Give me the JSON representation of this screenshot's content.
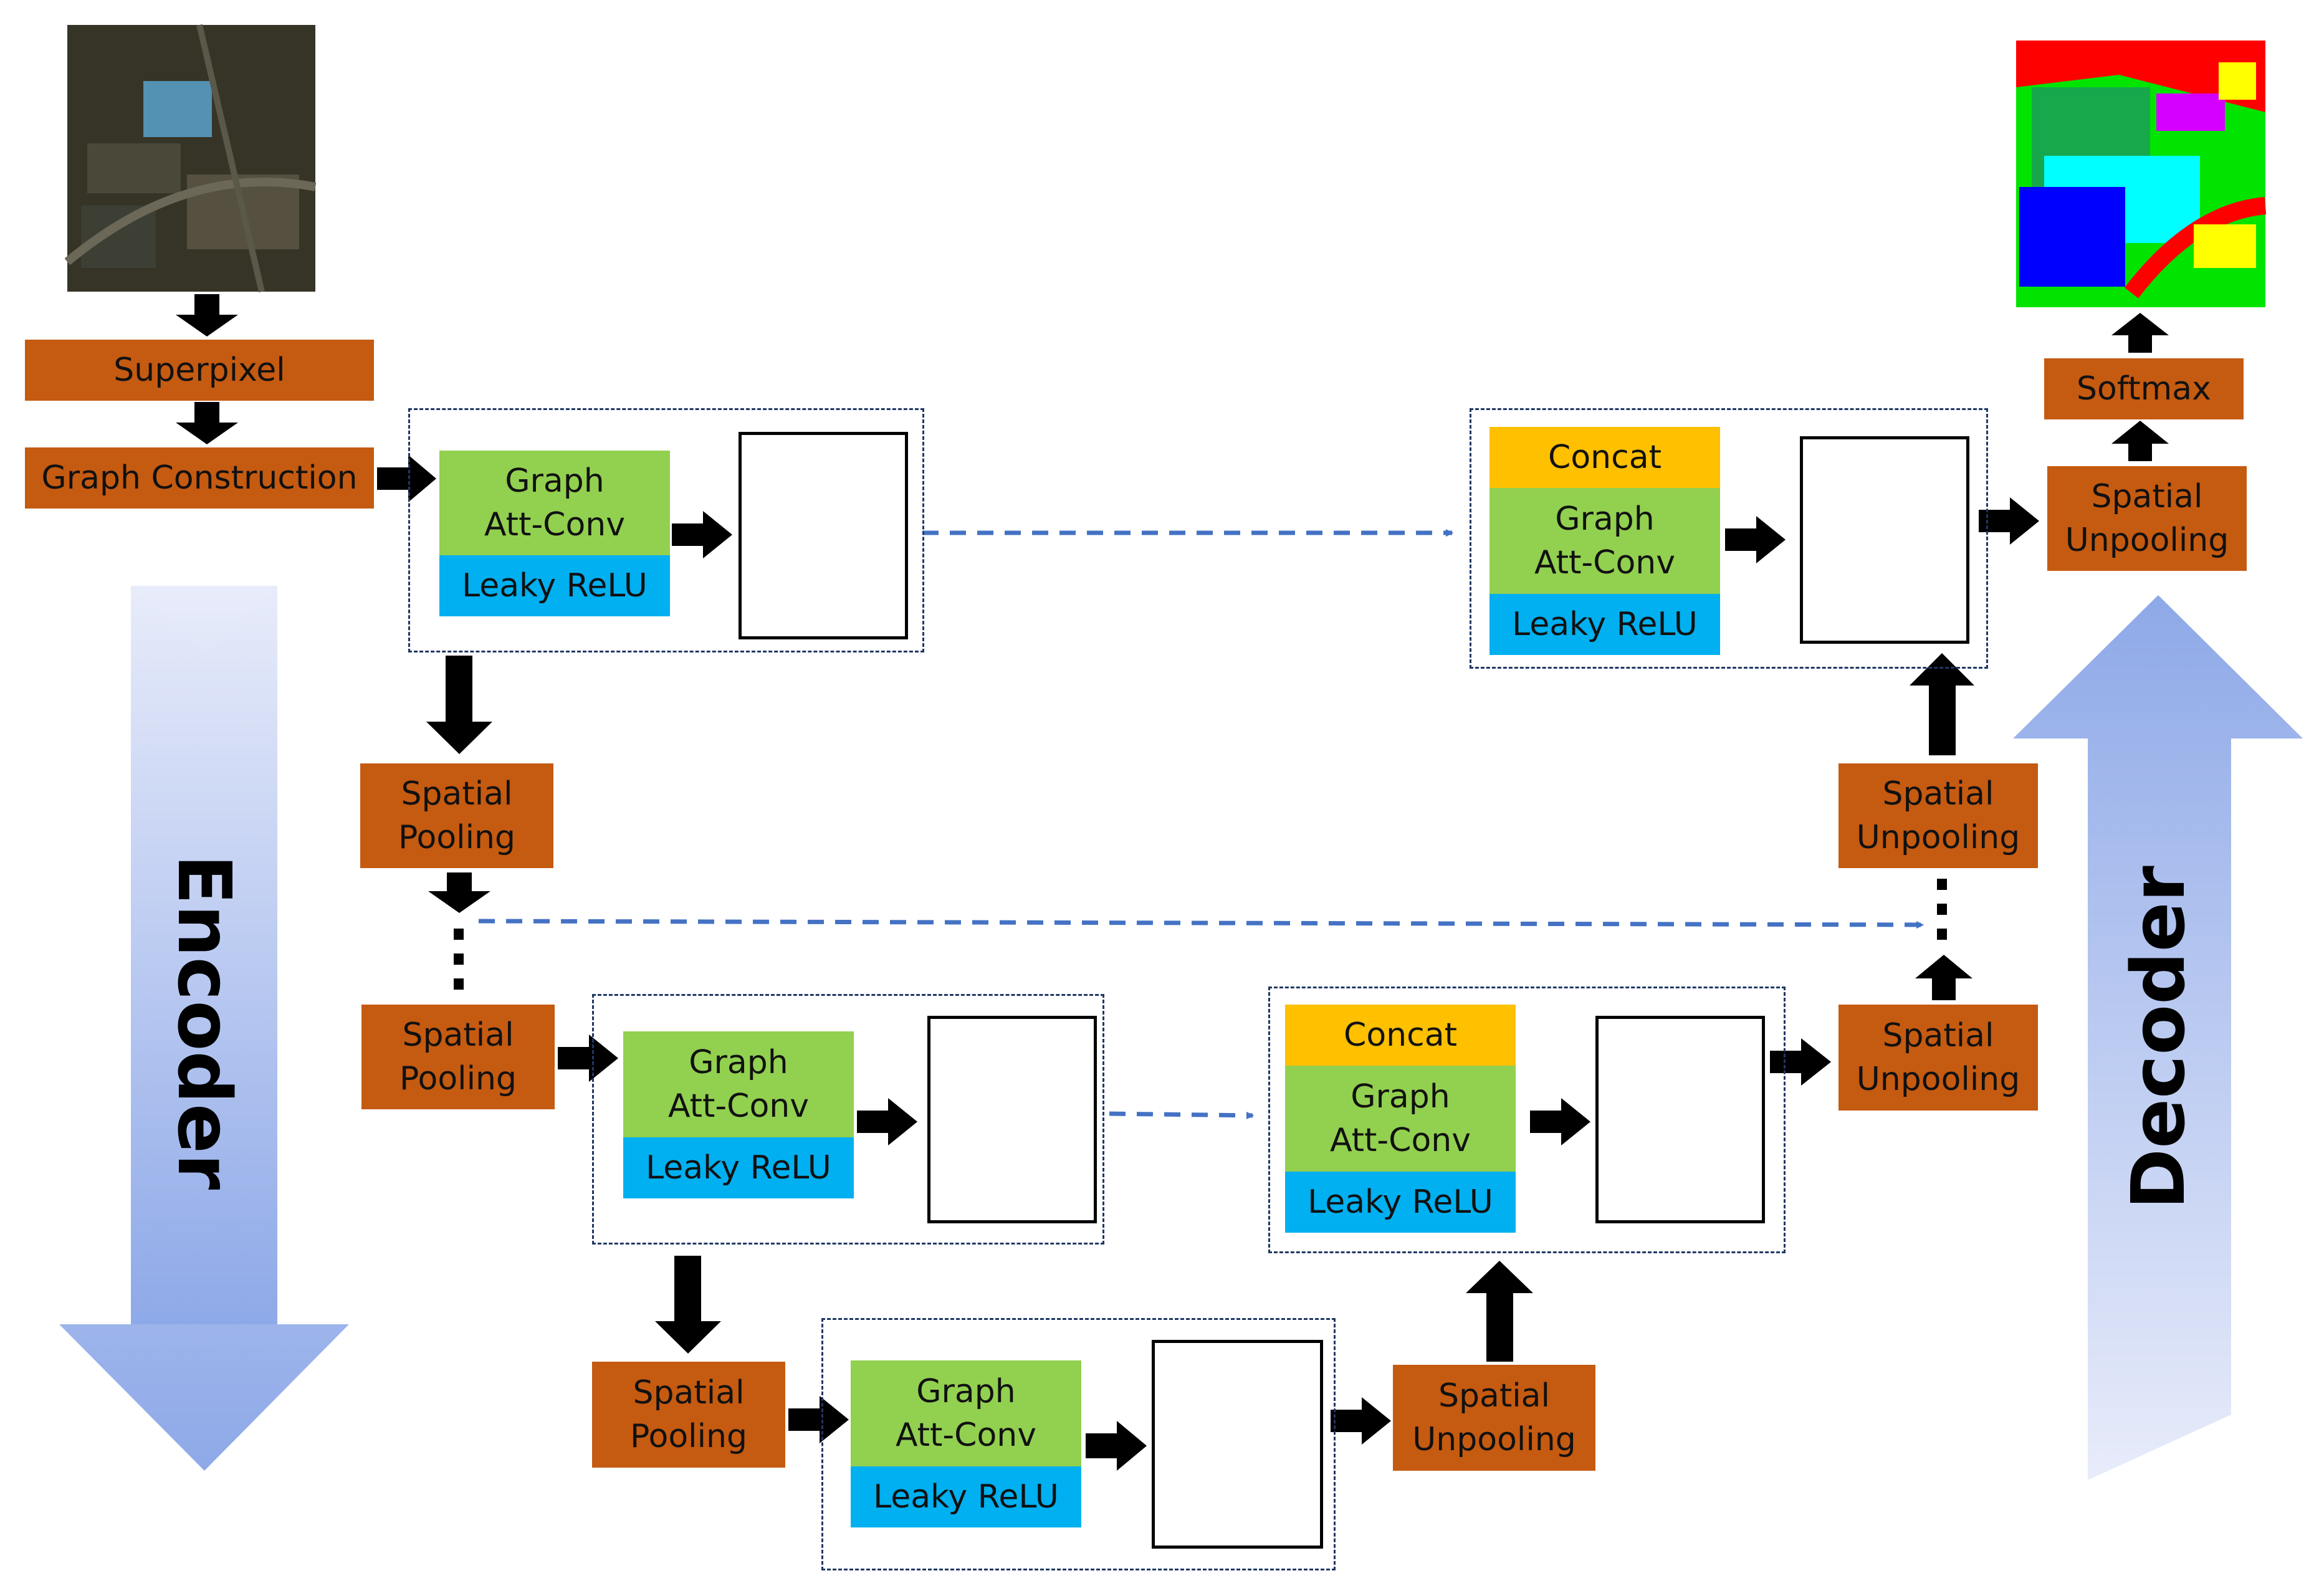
{
  "encoder_label": "Encoder",
  "decoder_label": "Decoder",
  "input_image": {
    "semantic": "aerial-hyperspectral-image"
  },
  "output_image": {
    "semantic": "classification-map"
  },
  "blocks": {
    "superpixel": "Superpixel",
    "graph_construction": "Graph Construction",
    "softmax": "Softmax",
    "graph_att_conv": "Graph\nAtt-Conv",
    "leaky_relu": "Leaky ReLU",
    "concat": "Concat",
    "spatial_pooling": "Spatial\nPooling",
    "spatial_unpooling": "Spatial\nUnpooling"
  },
  "colors": {
    "orange": "#c55a11",
    "green": "#92d050",
    "blue": "#00b0f0",
    "yellow": "#ffc000",
    "skip_arrow": "#4472c4",
    "big_arrow": "#8ea9e8"
  }
}
